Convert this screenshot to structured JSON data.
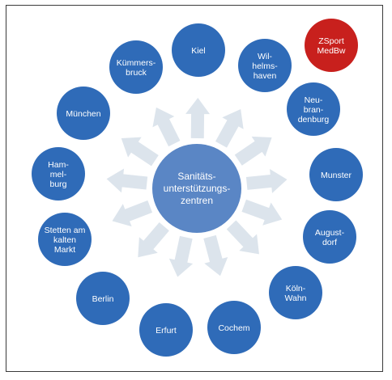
{
  "center": {
    "lines": [
      "Sanitäts-",
      "unterstützungs-",
      "zentren"
    ],
    "color": "#5a86c5"
  },
  "colors": {
    "node": "#2f6bb8",
    "highlight": "#c8201d",
    "arrow": "#dce4ec"
  },
  "nodes": [
    {
      "id": "kiel",
      "lines": [
        "Kiel"
      ]
    },
    {
      "id": "wilhelmshaven",
      "lines": [
        "Wil-",
        "helms-",
        "haven"
      ]
    },
    {
      "id": "neubrandenburg",
      "lines": [
        "Neu-",
        "bran-",
        "denburg"
      ]
    },
    {
      "id": "munster",
      "lines": [
        "Munster"
      ]
    },
    {
      "id": "augustdorf",
      "lines": [
        "August-",
        "dorf"
      ]
    },
    {
      "id": "koeln-wahn",
      "lines": [
        "Köln-",
        "Wahn"
      ]
    },
    {
      "id": "cochem",
      "lines": [
        "Cochem"
      ]
    },
    {
      "id": "erfurt",
      "lines": [
        "Erfurt"
      ]
    },
    {
      "id": "berlin",
      "lines": [
        "Berlin"
      ]
    },
    {
      "id": "stetten",
      "lines": [
        "Stetten am",
        "kalten",
        "Markt"
      ]
    },
    {
      "id": "hammelburg",
      "lines": [
        "Ham-",
        "mel-",
        "burg"
      ]
    },
    {
      "id": "muenchen",
      "lines": [
        "München"
      ]
    },
    {
      "id": "kuemmersbruck",
      "lines": [
        "Kümmers-",
        "bruck"
      ]
    }
  ],
  "extra_node": {
    "id": "zsport",
    "lines": [
      "ZSport",
      "MedBw"
    ]
  }
}
